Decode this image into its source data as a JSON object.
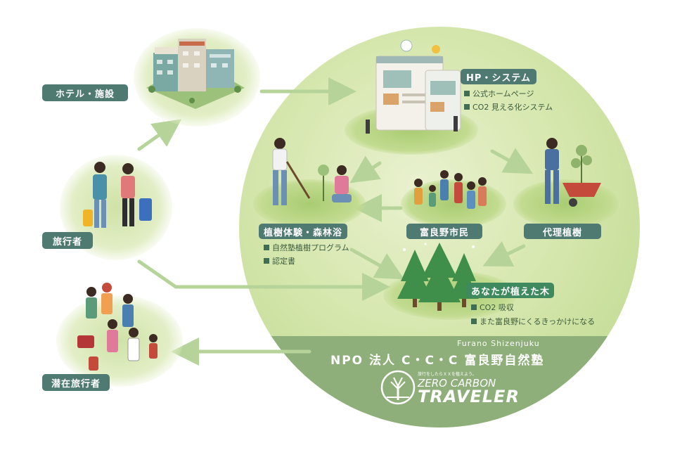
{
  "left_labels": {
    "hotel": "ホテル・施設",
    "traveler": "旅行者",
    "potential": "潜在旅行者"
  },
  "hp_system": {
    "title": "HP・システム",
    "items": [
      "公式ホームページ",
      "CO2 見える化システム"
    ]
  },
  "planting": {
    "title": "植樹体験・森林浴",
    "items": [
      "自然塾植樹プログラム",
      "認定書"
    ]
  },
  "citizens": {
    "title": "富良野市民"
  },
  "proxy": {
    "title": "代理植樹"
  },
  "your_tree": {
    "title": "あなたが植えた木",
    "items": [
      "CO2 吸収",
      "また富良野にくるきっかけになる"
    ]
  },
  "brand": {
    "org_sub": "Furano Shizenjuku",
    "org": "NPO 法人 C・C・C 富良野自然塾",
    "tagline": "旅行をしたらＸＸを植えよう。",
    "logo_line1": "ZERO CARBON",
    "logo_line2": "TRAVELER"
  },
  "colors": {
    "label_dark": "#4f7a72",
    "label_green": "#3e8a5e",
    "arrow": "#b6d39a",
    "circle": "#d6e7ae",
    "band": "#8eae7a"
  }
}
